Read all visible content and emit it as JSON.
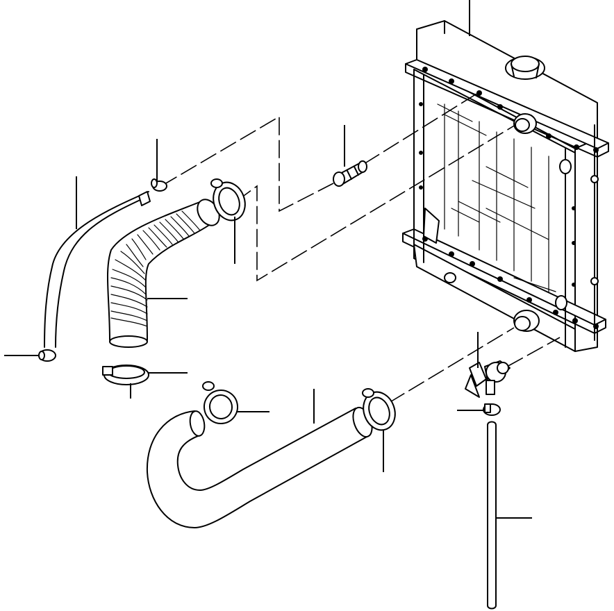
{
  "diagram": {
    "type": "exploded-parts-view",
    "subject": "radiator-and-hoses",
    "parts": [
      {
        "id": "radiator",
        "icon": "radiator-icon"
      },
      {
        "id": "radiator-cap",
        "icon": "cap-icon"
      },
      {
        "id": "upper-hose",
        "icon": "corrugated-hose-icon"
      },
      {
        "id": "lower-hose",
        "icon": "curved-hose-icon"
      },
      {
        "id": "overflow-tube",
        "icon": "tube-icon"
      },
      {
        "id": "drain-cock",
        "icon": "valve-icon"
      },
      {
        "id": "drain-tube",
        "icon": "tube-icon"
      },
      {
        "id": "fitting",
        "icon": "fitting-icon"
      },
      {
        "id": "hose-clamps",
        "icon": "clamp-icon"
      }
    ],
    "line_color": "#000000",
    "background": "#ffffff"
  }
}
